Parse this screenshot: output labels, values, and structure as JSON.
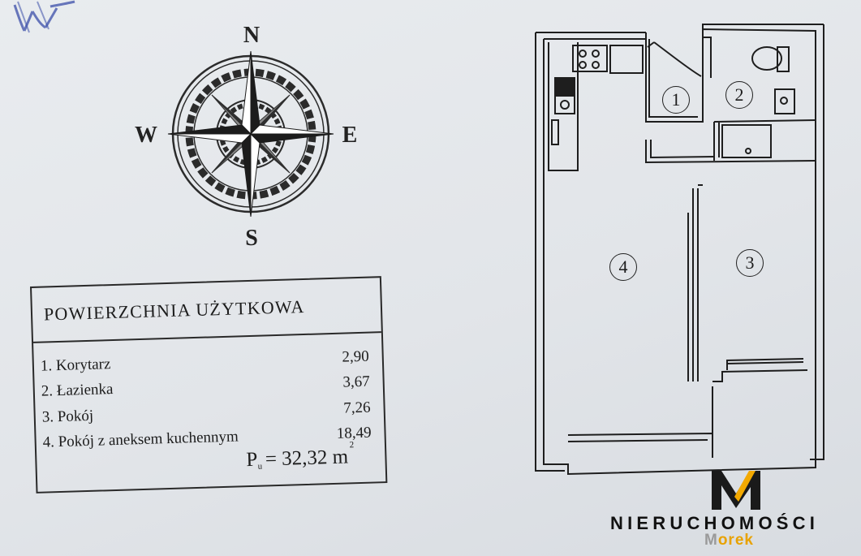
{
  "compass": {
    "north": "N",
    "south": "S",
    "west": "W",
    "east": "E"
  },
  "area_table": {
    "title": "POWIERZCHNIA UŻYTKOWA",
    "rows": [
      {
        "name": "1. Korytarz",
        "value": "2,90"
      },
      {
        "name": "2. Łazienka",
        "value": "3,67"
      },
      {
        "name": "3. Pokój",
        "value": "7,26"
      },
      {
        "name": "4. Pokój z aneksem kuchennym",
        "value": "18,49"
      }
    ],
    "total": {
      "symbol": "P",
      "subscript": "u",
      "text": "= 32,32 m",
      "superscript": "2"
    }
  },
  "floor_plan": {
    "rooms": [
      "1",
      "2",
      "3",
      "4"
    ]
  },
  "logo": {
    "wordmark": "NIERUCHOMOŚCI",
    "sub_first": "M",
    "sub_rest": "orek",
    "accent_color": "#e8a200"
  }
}
